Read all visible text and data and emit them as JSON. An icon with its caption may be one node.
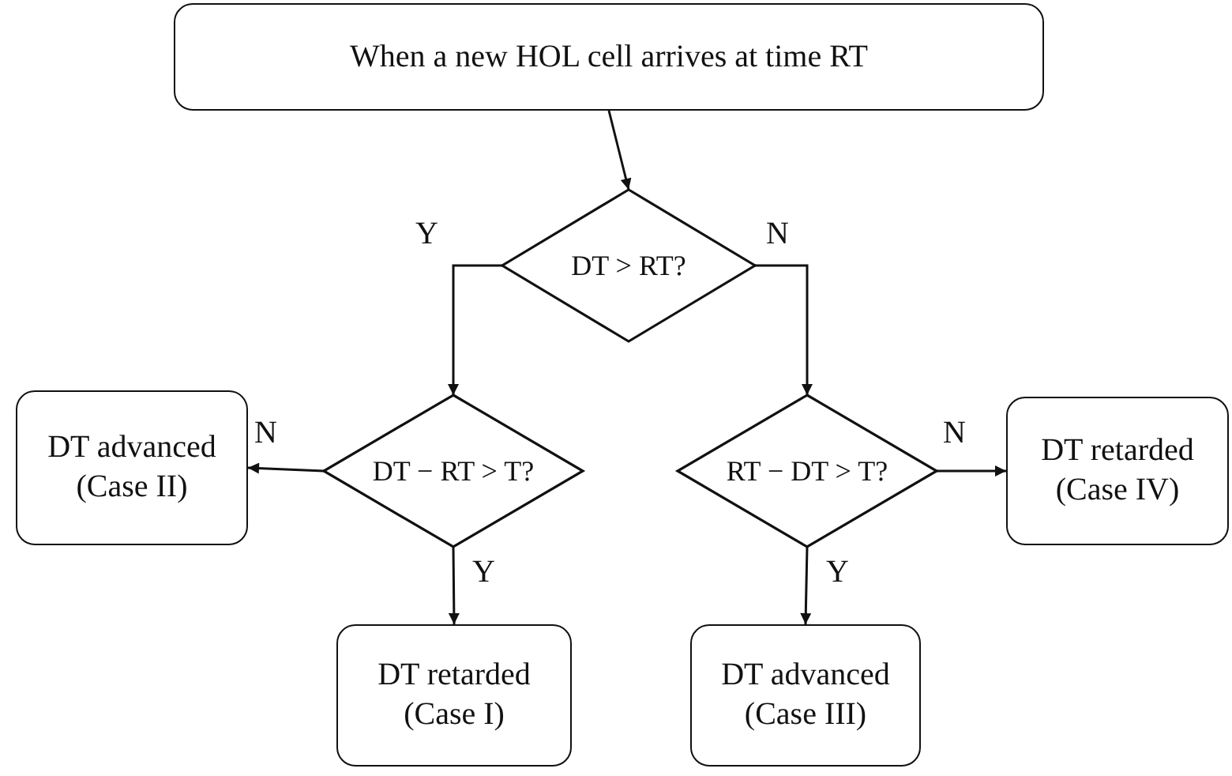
{
  "diagram": {
    "nodes": [
      {
        "text": [
          "When a new HOL cell arrives at time RT"
        ]
      },
      {
        "text": [
          "DT > RT?"
        ]
      },
      {
        "text": [
          "DT − RT > T?"
        ]
      },
      {
        "text": [
          "DT advanced (Case II)"
        ]
      },
      {
        "text": [
          "DT retarded (Case I)"
        ]
      },
      {
        "text": [
          "RT − DT > T?"
        ]
      },
      {
        "text": [
          "DT retarded (Case IV)"
        ]
      },
      {
        "text": [
          "DT advanced (Case III)"
        ]
      }
    ],
    "edges": [
      {
        "from": 0,
        "to": 1,
        "arrow": "to"
      },
      {
        "from": 1,
        "to": 2,
        "arrow": "to",
        "label": "Y"
      },
      {
        "from": 1,
        "to": 5,
        "arrow": "to",
        "label": "N"
      },
      {
        "from": 2,
        "to": 3,
        "arrow": "to",
        "label": "N"
      },
      {
        "from": 2,
        "to": 4,
        "arrow": "to",
        "label": "Y"
      },
      {
        "from": 5,
        "to": 6,
        "arrow": "to",
        "label": "N"
      },
      {
        "from": 5,
        "to": 7,
        "arrow": "to",
        "label": "Y"
      }
    ]
  }
}
